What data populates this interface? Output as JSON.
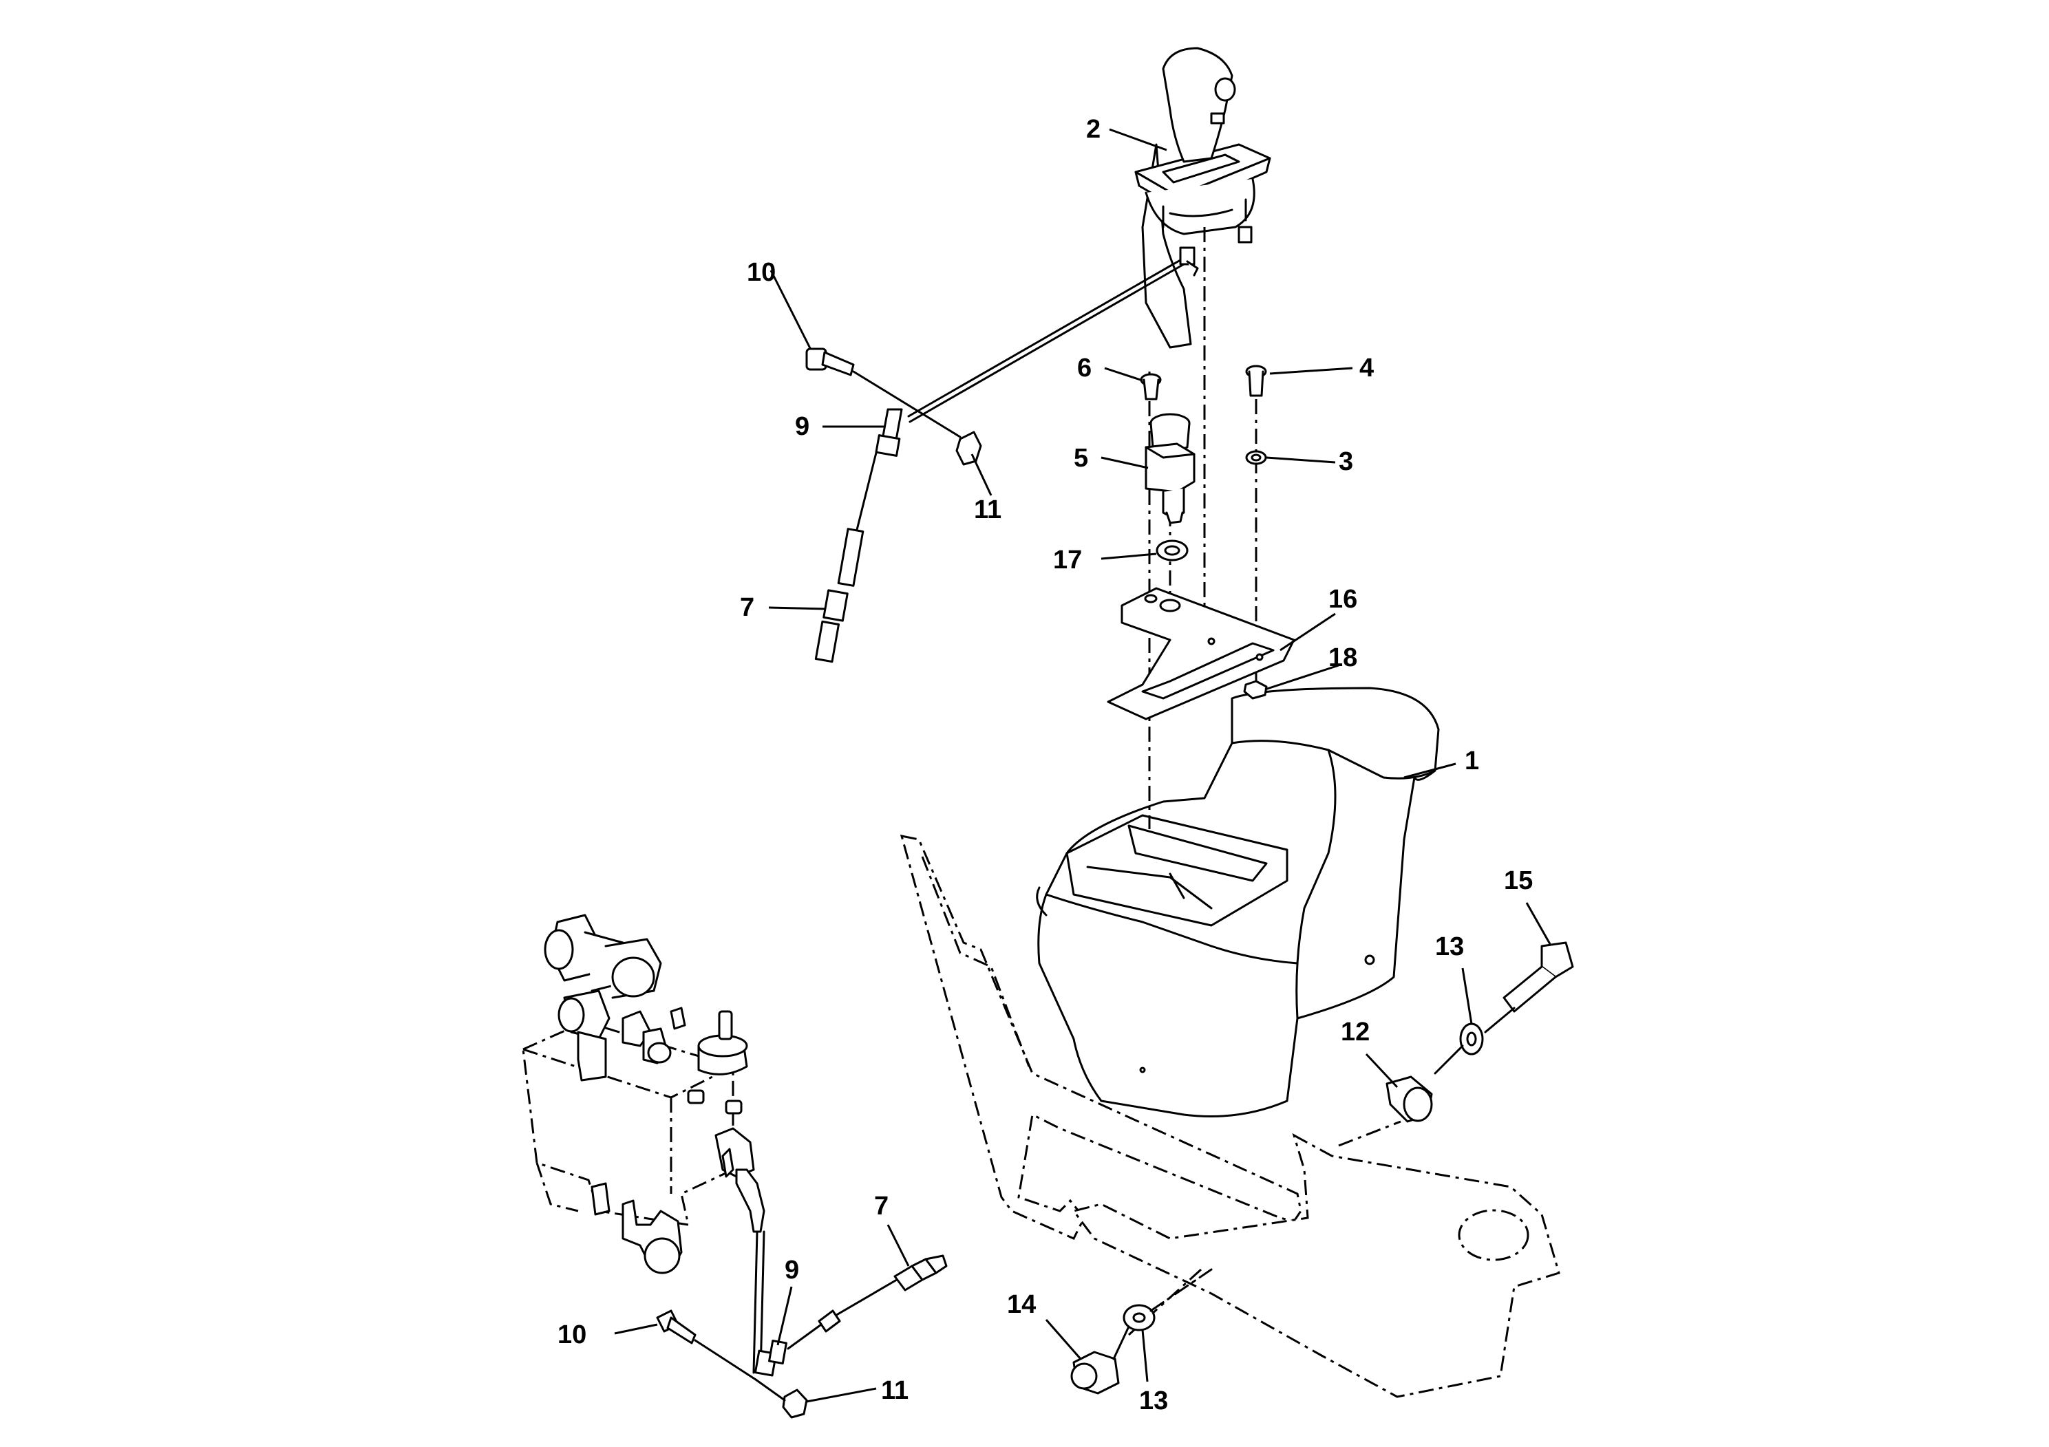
{
  "callouts": {
    "c1": "1",
    "c2": "2",
    "c3": "3",
    "c4": "4",
    "c5": "5",
    "c6": "6",
    "c7a": "7",
    "c7b": "7",
    "c9a": "9",
    "c9b": "9",
    "c10a": "10",
    "c10b": "10",
    "c11a": "11",
    "c11b": "11",
    "c12": "12",
    "c13a": "13",
    "c13b": "13",
    "c14": "14",
    "c15": "15",
    "c16": "16",
    "c17": "17",
    "c18": "18"
  }
}
